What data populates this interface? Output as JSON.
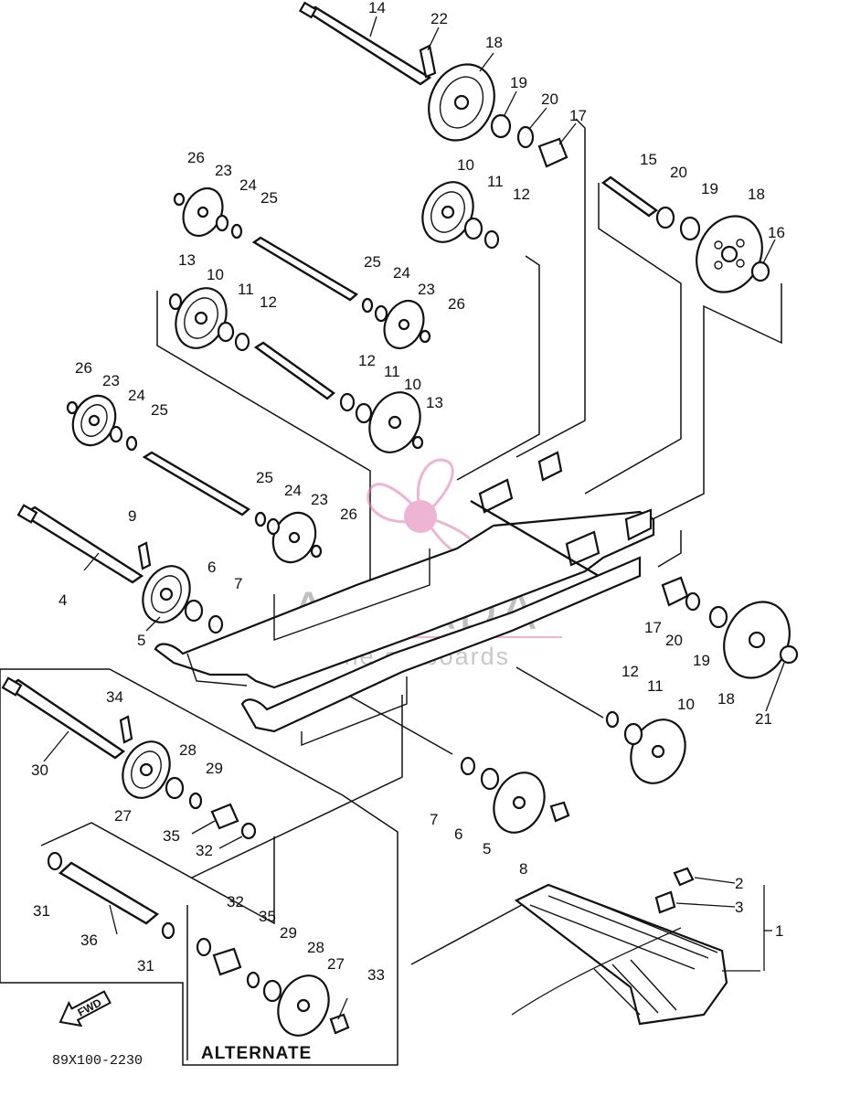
{
  "diagram_code": "89X100-2230",
  "alternate_label": "ALTERNATE",
  "fwd_label": "FWD",
  "watermark": {
    "brand": "ARMADA",
    "tagline": "marine outboards",
    "logo": "propeller-logo",
    "color": "#e07ab0"
  },
  "callouts": [
    "14",
    "22",
    "18",
    "19",
    "20",
    "17",
    "26",
    "23",
    "24",
    "25",
    "10",
    "11",
    "12",
    "15",
    "20",
    "19",
    "18",
    "16",
    "13",
    "10",
    "11",
    "12",
    "25",
    "24",
    "23",
    "26",
    "26",
    "23",
    "24",
    "25",
    "12",
    "11",
    "10",
    "13",
    "25",
    "24",
    "23",
    "26",
    "9",
    "4",
    "6",
    "7",
    "5",
    "17",
    "20",
    "19",
    "18",
    "21",
    "12",
    "11",
    "10",
    "34",
    "30",
    "28",
    "29",
    "27",
    "35",
    "32",
    "7",
    "6",
    "5",
    "8",
    "2",
    "3",
    "1",
    "31",
    "36",
    "31",
    "32",
    "35",
    "29",
    "28",
    "27",
    "33"
  ]
}
